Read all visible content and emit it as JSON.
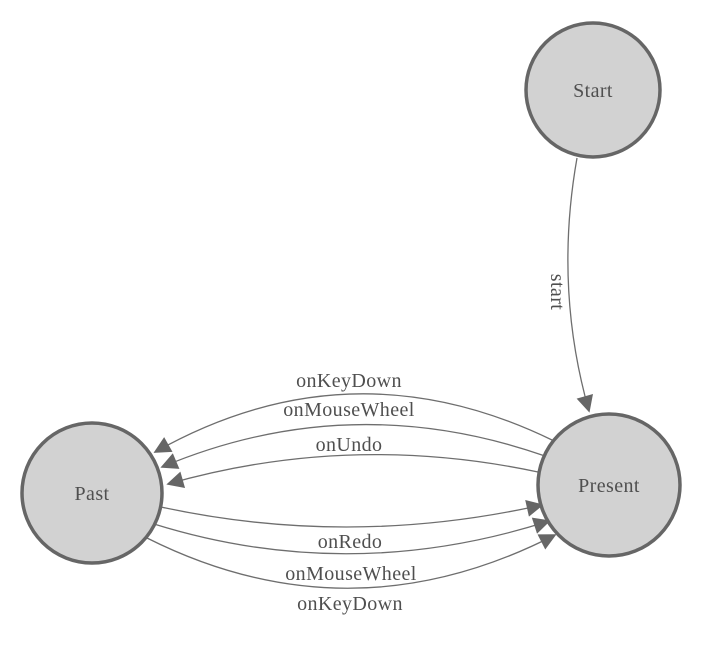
{
  "diagram": {
    "kind": "state-machine-diagram",
    "colors": {
      "background": "#ffffff",
      "node_fill": "#d2d2d2",
      "node_stroke": "#666666",
      "edge_stroke": "#6e6e6e",
      "arrowhead_fill": "#666666",
      "text": "#4f4f4f"
    },
    "nodes": [
      {
        "id": "start",
        "label": "Start"
      },
      {
        "id": "past",
        "label": "Past"
      },
      {
        "id": "present",
        "label": "Present"
      }
    ],
    "edges": [
      {
        "from": "start",
        "to": "present",
        "label": "start"
      },
      {
        "from": "present",
        "to": "past",
        "label": "onKeyDown"
      },
      {
        "from": "present",
        "to": "past",
        "label": "onMouseWheel"
      },
      {
        "from": "present",
        "to": "past",
        "label": "onUndo"
      },
      {
        "from": "past",
        "to": "present",
        "label": "onRedo"
      },
      {
        "from": "past",
        "to": "present",
        "label": "onMouseWheel"
      },
      {
        "from": "past",
        "to": "present",
        "label": "onKeyDown"
      }
    ]
  }
}
